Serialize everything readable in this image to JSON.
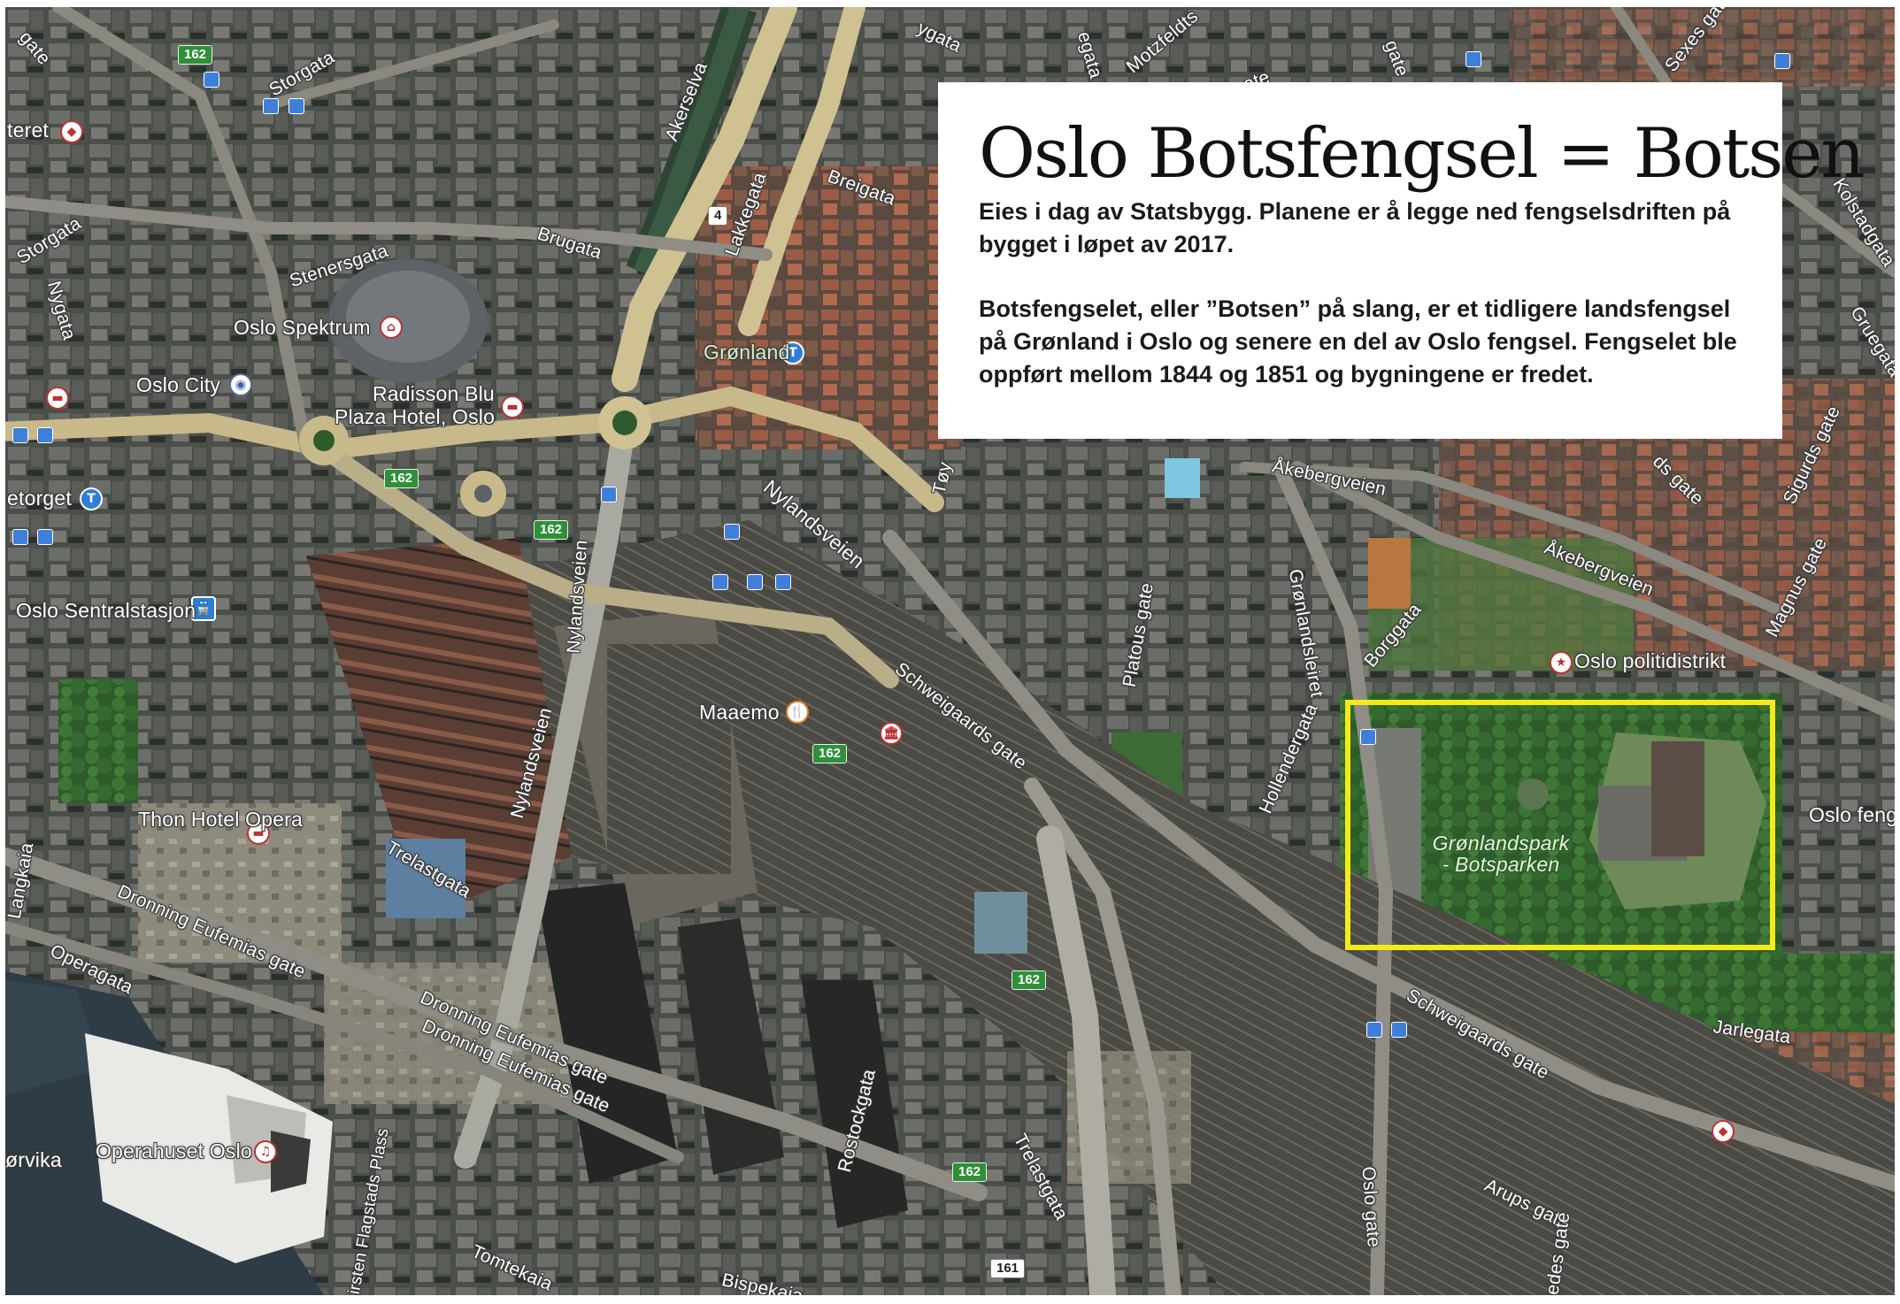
{
  "info": {
    "title": "Oslo Botsfengsel = Botsen",
    "lead": "Eies i dag av Statsbygg. Planene er å legge ned fengselsdriften på bygget i løpet av 2017.",
    "body": "Botsfengselet, eller ”Botsen” på slang, er et tidligere landsfengsel på Grønland i Oslo og senere en del av Oslo fengsel. Fengselet ble oppført mellom 1844 og 1851 og bygningene er fredet."
  },
  "map": {
    "highlight_color": "#f4ea1a",
    "streets": {
      "storgata_top": "Storgata",
      "storgata_left": "Storgata",
      "akerselva": "Akerselva",
      "brugata": "Brugata",
      "stenersgata": "Stenersgata",
      "nygata": "Nygata",
      "breigata": "Breigata",
      "lakkegata": "Lakkegata",
      "nylandsveien_right": "Nylandsveien",
      "nylandsveien_mid": "Nylandsveien",
      "nylandsveien_low": "Nylandsveien",
      "schweigaards_mid": "Schweigaards gate",
      "schweigaards_right": "Schweigaards gate",
      "platous": "Platous gate",
      "gronlandsleiret": "Grønlandsleiret",
      "borggata": "Borggata",
      "hollendergata": "Hollendergata",
      "akebergveien_top": "Åkebergveien",
      "akebergveien_right": "Åkebergveien",
      "trelastgata_left": "Trelastgata",
      "trelastgata_right": "Trelastgata",
      "dronning_1": "Dronning Eufemias gate",
      "dronning_2": "Dronning Eufemias gate",
      "dronning_3": "Dronning Eufemias gate",
      "operagata": "Operagata",
      "langkaia": "Langkaia",
      "kirsten": "Kirsten Flagstads Plass",
      "tomtekaia": "Tomtekaia",
      "bispekaia": "Bispekaia",
      "rostockgata": "Rostockgata",
      "oslo_gate": "Oslo gate",
      "arups": "Arups gate",
      "jarlegata": "Jarlegata",
      "kolstadgata": "Kolstadgata",
      "gruegata": "Gruegata",
      "sigurds": "Sigurds gate",
      "magnus": "Magnus gate",
      "tollbugata_cut": "Tøy",
      "gate_top": "gate",
      "ygata_top": "ygata",
      "egata_top": "egata",
      "motzfeldts": "Motzfeldts",
      "gate_tr": "gate",
      "sexes": "Sexes gat",
      "ate": "ate",
      "ds_gate": "ds gate",
      "edes_gate": "edes gate",
      "gate_tl": "gate"
    },
    "places": {
      "teret": "teret",
      "oslo_spektrum": "Oslo Spektrum",
      "oslo_city": "Oslo City",
      "radisson_1": "Radisson Blu",
      "radisson_2": "Plaza Hotel, Oslo",
      "gronland": "Grønland",
      "etorget": "etorget",
      "sentralstasjon": "Oslo Sentralstasjon",
      "maaemo": "Maaemo",
      "thon": "Thon Hotel Opera",
      "politidistrikt": "Oslo politidistrikt",
      "oslo_feng": "Oslo feng",
      "park_1": "Grønlandspark",
      "park_2": "- Botsparken",
      "operahuset": "Operahuset Oslo",
      "orvika": "ørvika"
    },
    "shields": {
      "r162_a": "162",
      "r162_b": "162",
      "r162_c": "162",
      "r162_d": "162",
      "r162_e": "162",
      "r162_f": "162",
      "r4": "4",
      "r161": "161"
    }
  }
}
